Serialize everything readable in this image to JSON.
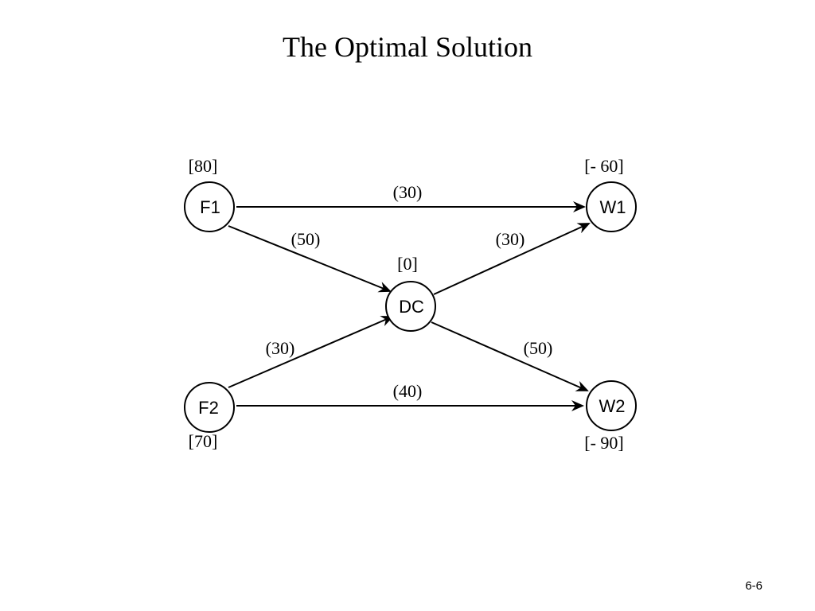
{
  "title": "The Optimal Solution",
  "page_number": "6-6",
  "nodes": {
    "F1": {
      "label": "F1",
      "supply": "[80]"
    },
    "F2": {
      "label": "F2",
      "supply": "[70]"
    },
    "DC": {
      "label": "DC",
      "supply": "[0]"
    },
    "W1": {
      "label": "W1",
      "supply": "[- 60]"
    },
    "W2": {
      "label": "W2",
      "supply": "[- 90]"
    }
  },
  "flows": {
    "F1_W1": "(30)",
    "F1_DC": "(50)",
    "DC_W1": "(30)",
    "F2_DC": "(30)",
    "DC_W2": "(50)",
    "F2_W2": "(40)"
  }
}
